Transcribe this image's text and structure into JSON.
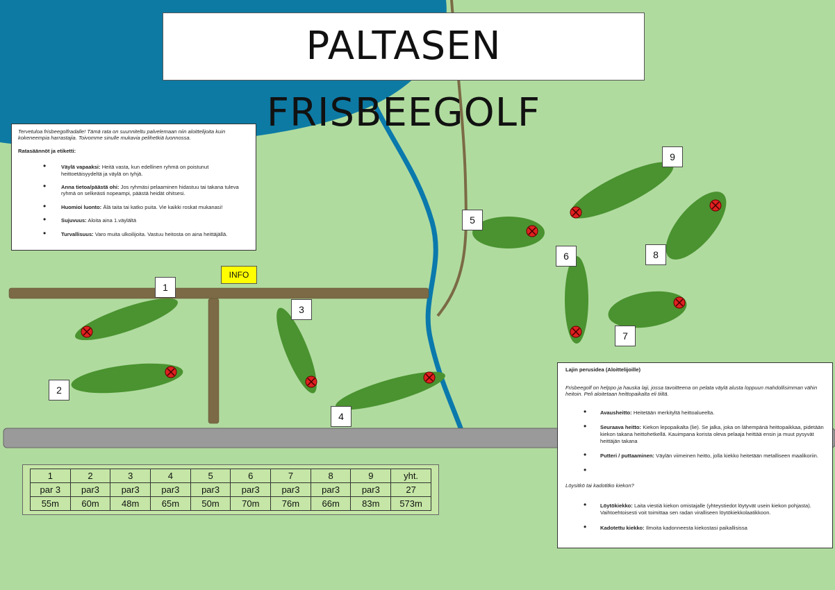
{
  "title": "PALTASEN FRISBEEGOLF",
  "info_label": "INFO",
  "colors": {
    "grass": "#b0db9f",
    "lake": "#0d7aa4",
    "fairway": "#4a9330",
    "path": "#7b6a45",
    "road": "#9a9a9a",
    "river": "#0a79ac",
    "basket": "#e02020",
    "info": "#ffff00"
  },
  "hole_numbers": [
    "1",
    "2",
    "3",
    "4",
    "5",
    "6",
    "7",
    "8",
    "9"
  ],
  "welcome": {
    "intro": "Tervetuloa frisbeegolfradalle! Tämä rata on suunniteltu palvelemaan niin aloittelijoita kuin kokeneempia harrastajia. Toivomme sinulle mukavia pelihetkiä luonnossa.",
    "heading": "Ratasäännöt ja etiketti:",
    "rules": [
      {
        "title": "Väylä vapaaksi:",
        "text": " Heitä vasta, kun edellinen ryhmä on poistunut heittoetäisyydeltä ja väylä on tyhjä."
      },
      {
        "title": "Anna tietoa/päästä ohi:",
        "text": " Jos ryhmäsi pelaaminen hidastuu tai takana tuleva ryhmä on selkeästi nopeampi, päästä heidät ohitsesi."
      },
      {
        "title": "Huomioi luonto:",
        "text": " Älä taita tai katko puita. Vie kaikki roskat mukanasi!"
      },
      {
        "title": "Sujuvuus:",
        "text": " Aloita aina 1.väylältä"
      },
      {
        "title": "Turvallisuus:",
        "text": " Varo muita ulkoilijoita. Vastuu heitosta on aina heittäjällä."
      }
    ]
  },
  "basics": {
    "heading": "Lajin perusidea (Aloittelijoille)",
    "intro": "Frisbeegolf on helppo ja hauska laji, jossa tavoitteena on pelata väylä alusta loppuun mahdollisimman vähin heitoin. Peli aloitetaan heittopaikalta eli tiiltä.",
    "items": [
      {
        "title": "Avausheitto:",
        "text": " Heitetään merkityltä heittoalueelta."
      },
      {
        "title": "Seuraava heitto:",
        "text": " Kiekon lepopaikalta (lie). Se jalka, joka on lähempänä heittopaikkaa, pidetään kiekon takana heittohetkellä. Kauimpana korista oleva pelaaja heittää ensin ja muut pysyvät heittäjän takana"
      },
      {
        "title": "Putteri / puttaaminen:",
        "text": " Väylän viimeinen heitto, jolla kiekko heitetään metalliseen maalikoriin."
      },
      {
        "title": "",
        "text": ""
      }
    ],
    "lost_question": "Löysitkö tai kadotitko kiekon?",
    "lost_items": [
      {
        "title": "Löytökiekko:",
        "text": " Laita viestiä kiekon omistajalle (yhteystiedot löytyvät usein kiekon pohjasta). Vaihtoehtoisesti voit toimittaa sen radan viralliseen löytökiekkolaatikkoon."
      },
      {
        "title": "Kadotettu kiekko:",
        "text": " Ilmoita kadonneesta kiekostasi paikallisissa"
      }
    ]
  },
  "scorecard": {
    "holes": [
      "1",
      "2",
      "3",
      "4",
      "5",
      "6",
      "7",
      "8",
      "9",
      "yht."
    ],
    "pars": [
      "par 3",
      "par3",
      "par3",
      "par3",
      "par3",
      "par3",
      "par3",
      "par3",
      "par3",
      "27"
    ],
    "lengths": [
      "55m",
      "60m",
      "48m",
      "65m",
      "50m",
      "70m",
      "76m",
      "66m",
      "83m",
      "573m"
    ]
  }
}
